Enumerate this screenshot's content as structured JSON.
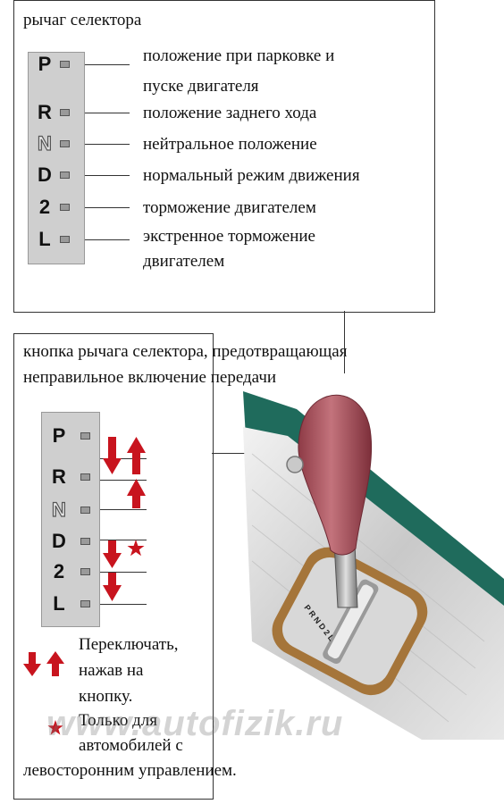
{
  "top_panel": {
    "title": "рычаг селектора",
    "gears": [
      {
        "letter": "P",
        "desc": [
          "положение при парковке и",
          "пуске двигателя"
        ]
      },
      {
        "letter": "R",
        "desc": [
          "положение заднего хода"
        ]
      },
      {
        "letter": "N",
        "desc": [
          "нейтральное положение"
        ]
      },
      {
        "letter": "D",
        "desc": [
          "нормальный режим движения"
        ]
      },
      {
        "letter": "2",
        "desc": [
          "торможение двигателем"
        ]
      },
      {
        "letter": "L",
        "desc": [
          "экстренное торможение",
          "двигателем"
        ]
      }
    ]
  },
  "bottom_panel": {
    "title_lines": [
      "кнопка рычага селектора, предотвращающая",
      "неправильное включение передачи"
    ],
    "gears": [
      "P",
      "R",
      "N",
      "D",
      "2",
      "L"
    ],
    "legend": {
      "arrows_lines": [
        "Переключать,",
        "нажав на",
        "кнопку."
      ],
      "star_lines": [
        "Только для",
        "автомобилей с",
        "левосторонним управлением."
      ]
    }
  },
  "shifter_plate_letters": "P R N D 2 L",
  "watermark": "www.autofizik.ru",
  "colors": {
    "arrow": "#c8141e",
    "knob": "#b05a64",
    "console_green": "#1f6b5c",
    "bezel": "#a5753a"
  }
}
